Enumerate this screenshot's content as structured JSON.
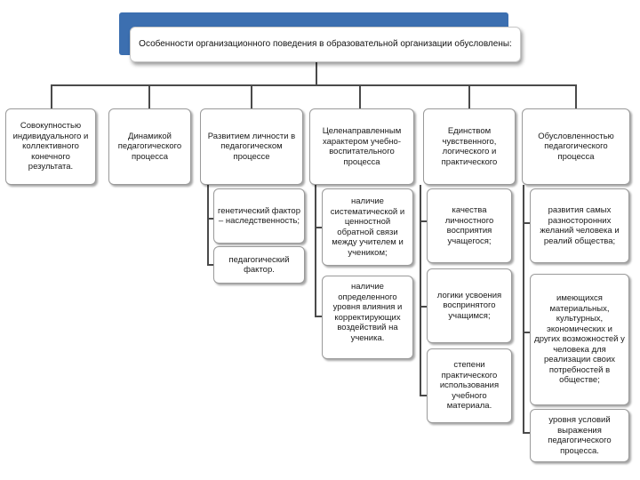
{
  "title": "Особенности организационного поведения в образовательной организации обусловлены:",
  "columns": [
    {
      "header": "Совокупностью индивидуального и коллективного конечного результата.",
      "children": []
    },
    {
      "header": "Динамикой педагогического процесса",
      "children": []
    },
    {
      "header": "Развитием личности в педагогическом процессе",
      "children": [
        "генетический фактор – наследственность;",
        "педагогический фактор."
      ]
    },
    {
      "header": "Целенаправленным характером учебно-воспитательного процесса",
      "children": [
        "наличие систематической и ценностной обратной связи между учителем и учеником;",
        "наличие определенного уровня влияния и корректирующих воздействий на ученика."
      ]
    },
    {
      "header": "Единством чувственного, логического и практического",
      "children": [
        "качества личностного восприятия учащегося;",
        "логики усвоения воспринятого учащимся;",
        "степени практического использования учебного материала."
      ]
    },
    {
      "header": "Обусловленностью педагогического процесса",
      "children": [
        "развития самых разносторонних желаний человека и реалий общества;",
        "имеющихся материальных, культурных, экономических и других возможностей у человека для реализации своих потребностей в обществе;",
        "уровня условий выражения педагогического процесса."
      ]
    }
  ]
}
